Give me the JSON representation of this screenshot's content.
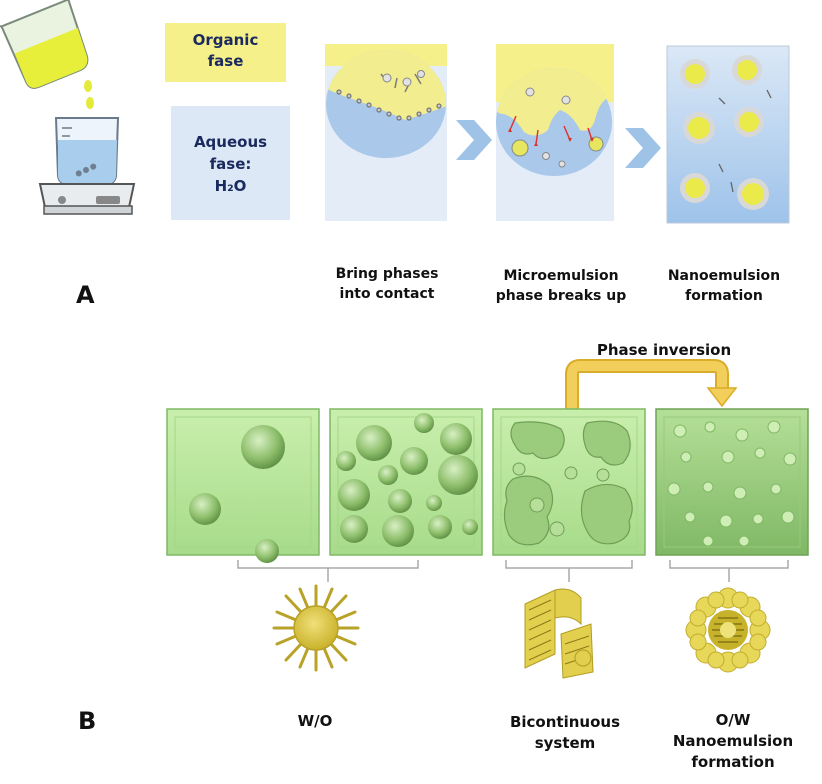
{
  "panel_a": {
    "letter": "A",
    "organic_label": "Organic\nfase",
    "aqueous_label": "Aqueous\nfase:\nH₂O",
    "steps": [
      {
        "label": "Bring phases\ninto contact"
      },
      {
        "label": "Microemulsion\nphase breaks up"
      },
      {
        "label": "Nanoemulsion\nformation"
      }
    ]
  },
  "panel_b": {
    "letter": "B",
    "phase_inversion": "Phase inversion",
    "labels": {
      "wo": "W/O",
      "bicontinuous": "Bicontinuous\nsystem",
      "ow": "O/W\nNanoemulsion\nformation"
    }
  },
  "colors": {
    "organic_yellow": "#f6f08a",
    "aqueous_blue": "#dce8f6",
    "label_navy": "#1a2a5e",
    "chevron_blue": "#9fc3e6",
    "panel_green": "#b8e39a",
    "panel_green_dark": "#7fb865",
    "arrow_gold": "#f2cf5b",
    "surfactant_gold": "#d9c23a"
  }
}
